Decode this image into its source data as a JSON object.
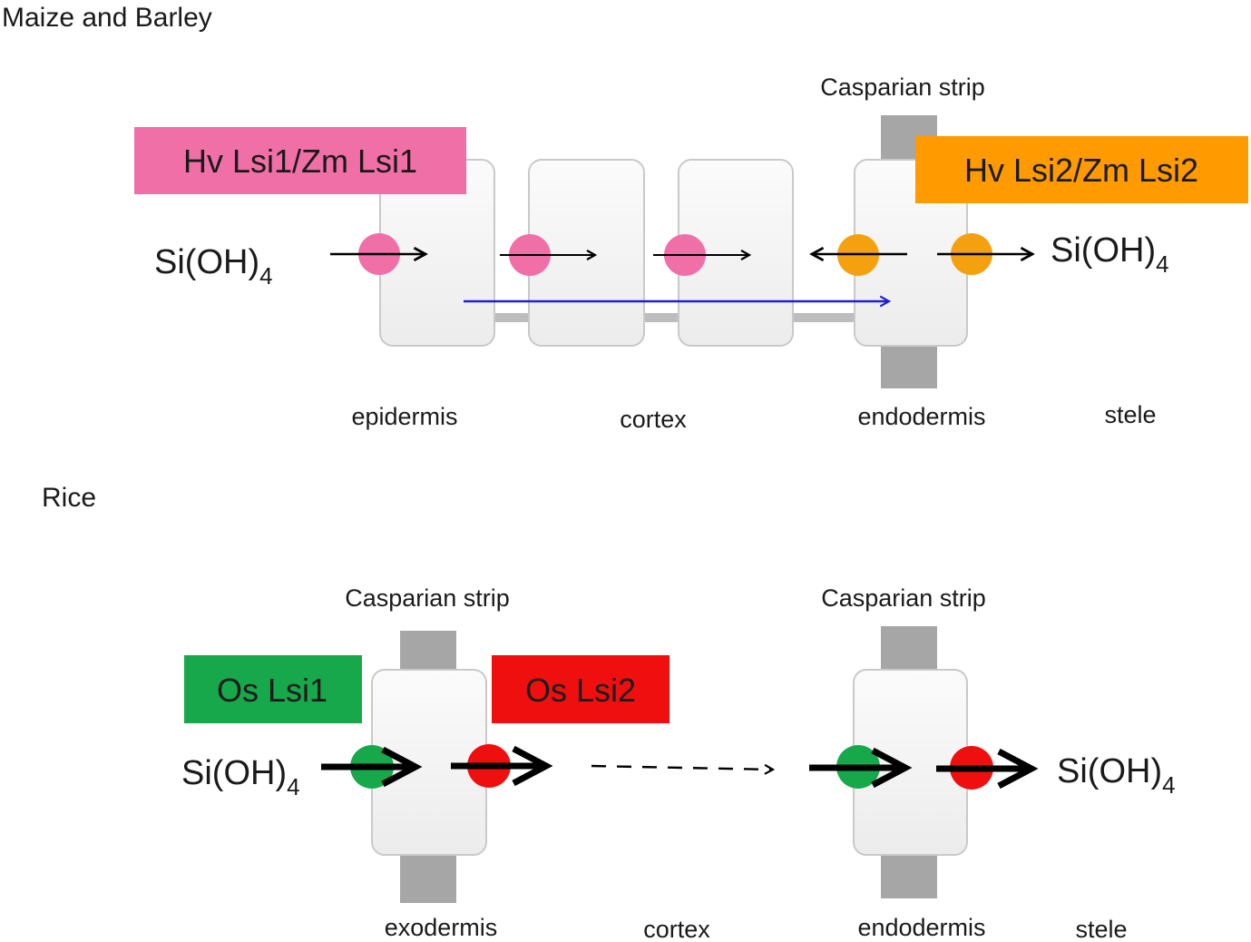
{
  "maize_barley": {
    "heading": "Maize and Barley",
    "casparian_label": "Casparian strip",
    "influx_transporter": {
      "label": "Hv Lsi1/Zm Lsi1",
      "color": "#f06fa6",
      "dot_color": "#f06fa6"
    },
    "efflux_transporter": {
      "label": "Hv Lsi2/Zm Lsi2",
      "color": "#ff9a00",
      "dot_color": "#f5a10f"
    },
    "substrate_in": {
      "main": "Si(OH)",
      "sub": "4"
    },
    "substrate_out": {
      "main": "Si(OH)",
      "sub": "4"
    },
    "apoplastic_arrow_color": "#1f1fd6",
    "tissues": {
      "epidermis": "epidermis",
      "cortex": "cortex",
      "endodermis": "endodermis",
      "stele": "stele"
    }
  },
  "rice": {
    "heading": "Rice",
    "casparian_label_exo": "Casparian strip",
    "casparian_label_endo": "Casparian strip",
    "influx_transporter": {
      "label": "Os Lsi1",
      "color": "#16a84a",
      "dot_color": "#16a84a"
    },
    "efflux_transporter": {
      "label": "Os Lsi2",
      "color": "#f00f0f",
      "dot_color": "#f00f0f"
    },
    "substrate_in": {
      "main": "Si(OH)",
      "sub": "4"
    },
    "substrate_out": {
      "main": "Si(OH)",
      "sub": "4"
    },
    "tissues": {
      "exodermis": "exodermis",
      "cortex": "cortex",
      "endodermis": "endodermis",
      "stele": "stele"
    }
  },
  "colors": {
    "cell_fill": "#f3f3f3",
    "cell_stroke": "#c9c9c9",
    "strip": "#a6a6a6",
    "arrow": "#000000"
  }
}
